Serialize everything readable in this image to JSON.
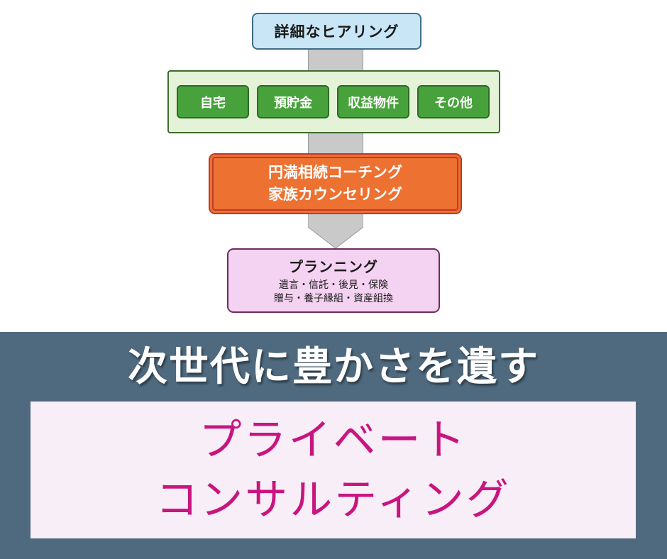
{
  "flow": {
    "hearing": "詳細なヒアリング",
    "assets": [
      "自宅",
      "預貯金",
      "収益物件",
      "その他"
    ],
    "coaching": [
      "円満相続コーチング",
      "家族カウンセリング"
    ],
    "planning": {
      "title": "プランニング",
      "lines": [
        "遺言・信託・後見・保険",
        "贈与・養子縁組・資産組換"
      ]
    }
  },
  "banner": {
    "headline": "次世代に豊かさを遺す",
    "card_lines": [
      "プライベート",
      "コンサルティング"
    ]
  },
  "colors": {
    "hearing_fill": "#c8e6f6",
    "asset_fill": "#48a23c",
    "coaching_fill": "#ed7131",
    "planning_fill": "#f4d2f1",
    "banner_bg": "#4f6a7f",
    "card_text": "#c8157f"
  }
}
